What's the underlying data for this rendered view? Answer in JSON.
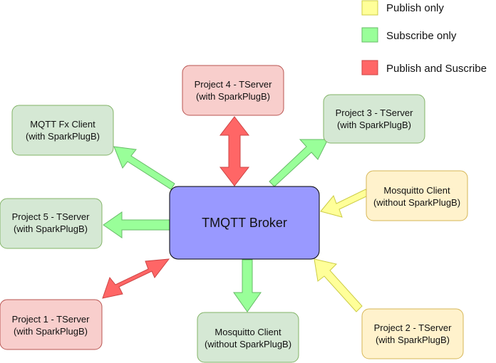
{
  "colors": {
    "publish": {
      "fill": "#ffff99",
      "stroke": "#cccc44"
    },
    "subscribe": {
      "fill": "#99ff99",
      "stroke": "#66bb66"
    },
    "both": {
      "fill": "#ff6666",
      "stroke": "#cc4444"
    },
    "node_subscribe_fill": "#d5e8d4",
    "node_subscribe_stroke": "#82b366",
    "node_publish_fill": "#fff2cc",
    "node_publish_stroke": "#d6b656",
    "node_both_fill": "#f8cecc",
    "node_both_stroke": "#b85450",
    "broker_fill": "#9999ff",
    "broker_stroke": "#000000"
  },
  "legend": {
    "publish_only": "Publish only",
    "subscribe_only": "Subscribe only",
    "publish_and_subscribe": "Publish and Suscribe"
  },
  "broker": {
    "label": "TMQTT Broker"
  },
  "nodes": {
    "project4": {
      "line1": "Project 4 - TServer",
      "line2": "(with SparkPlugB)",
      "role": "both"
    },
    "project3": {
      "line1": "Project 3 - TServer",
      "line2": "(with SparkPlugB)",
      "role": "subscribe"
    },
    "mqtt_fx": {
      "line1": "MQTT Fx Client",
      "line2": "(with SparkPlugB)",
      "role": "subscribe"
    },
    "mosquitto_pub": {
      "line1": "Mosquitto Client",
      "line2": "(without SparkPlugB)",
      "role": "publish"
    },
    "project5": {
      "line1": "Project 5 - TServer",
      "line2": "(with SparkPlugB)",
      "role": "subscribe"
    },
    "project1": {
      "line1": "Project 1 - TServer",
      "line2": "(with SparkPlugB)",
      "role": "both"
    },
    "mosquitto_sub": {
      "line1": "Mosquitto Client",
      "line2": "(without SparkPlugB)",
      "role": "subscribe"
    },
    "project2": {
      "line1": "Project 2 - TServer",
      "line2": "(with SparkPlugB)",
      "role": "publish"
    }
  }
}
